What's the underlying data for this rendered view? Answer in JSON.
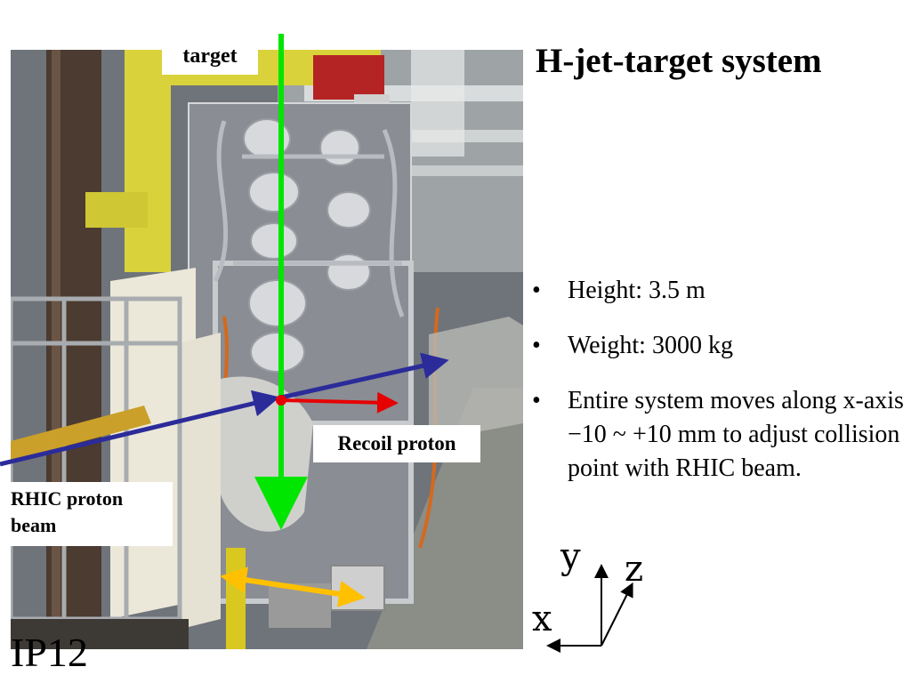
{
  "slide": {
    "title": "H-jet-target system",
    "bullets": [
      {
        "marker": "•",
        "text": "Height: 3.5 m"
      },
      {
        "marker": "•",
        "text": "Weight: 3000 kg"
      },
      {
        "marker": "•",
        "text": "Entire system moves along x-axis −10 ~ +10 mm to adjust collision point with RHIC beam."
      }
    ],
    "location_label": "IP12"
  },
  "photo": {
    "labels": {
      "target": "target",
      "recoil": "Recoil proton",
      "beam": "RHIC proton beam"
    },
    "arrow_colors": {
      "target": "#00e600",
      "beam": "#2b2b9a",
      "recoil": "#e60000",
      "motion": "#ffc000"
    }
  },
  "axes": {
    "x": "x",
    "y": "y",
    "z": "z"
  }
}
